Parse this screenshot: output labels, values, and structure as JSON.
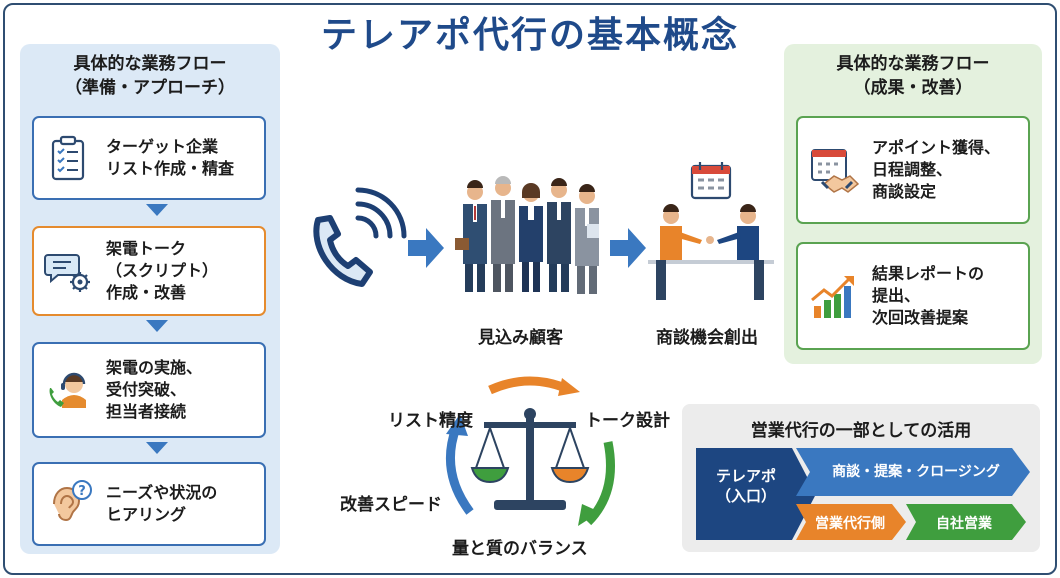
{
  "title": "テレアポ代行の基本概念",
  "left_panel": {
    "title_line1": "具体的な業務フロー",
    "title_line2": "（準備・アプローチ）",
    "steps": [
      {
        "text": "ターゲット企業\nリスト作成・精査",
        "icon": "clipboard-checklist-icon"
      },
      {
        "text": "架電トーク\n（スクリプト）\n作成・改善",
        "icon": "speech-bubble-gear-icon"
      },
      {
        "text": "架電の実施、\n受付突破、\n担当者接続",
        "icon": "headset-operator-phone-icon"
      },
      {
        "text": "ニーズや状況の\nヒアリング",
        "icon": "ear-question-icon"
      }
    ]
  },
  "right_panel": {
    "title_line1": "具体的な業務フロー",
    "title_line2": "（成果・改善）",
    "steps": [
      {
        "text": "アポイント獲得、\n日程調整、\n商談設定",
        "icon": "calendar-handshake-icon"
      },
      {
        "text": "結果レポートの\n提出、\n次回改善提案",
        "icon": "growth-bar-chart-icon"
      }
    ]
  },
  "center": {
    "prospects_label": "見込み顧客",
    "meeting_label": "商談機会創出"
  },
  "balance": {
    "top_left": "リスト精度",
    "top_right": "トーク設計",
    "left": "改善スピード",
    "bottom": "量と質のバランス"
  },
  "usage": {
    "title": "営業代行の一部としての活用",
    "teleapo_line1": "テレアポ",
    "teleapo_line2": "（入口）",
    "closing": "商談・提案・クロージング",
    "agency_side": "営業代行側",
    "own_sales": "自社営業"
  },
  "colors": {
    "title": "#1f4a8a",
    "left_panel_bg": "#dce9f6",
    "right_panel_bg": "#e4f1de",
    "blue_border": "#3a6fb3",
    "orange_border": "#e58b2e",
    "green_border": "#5aa351",
    "arrow_blue": "#3a78c0",
    "navy": "#1d4681",
    "orange": "#e8842a",
    "green": "#3f9e3e"
  }
}
